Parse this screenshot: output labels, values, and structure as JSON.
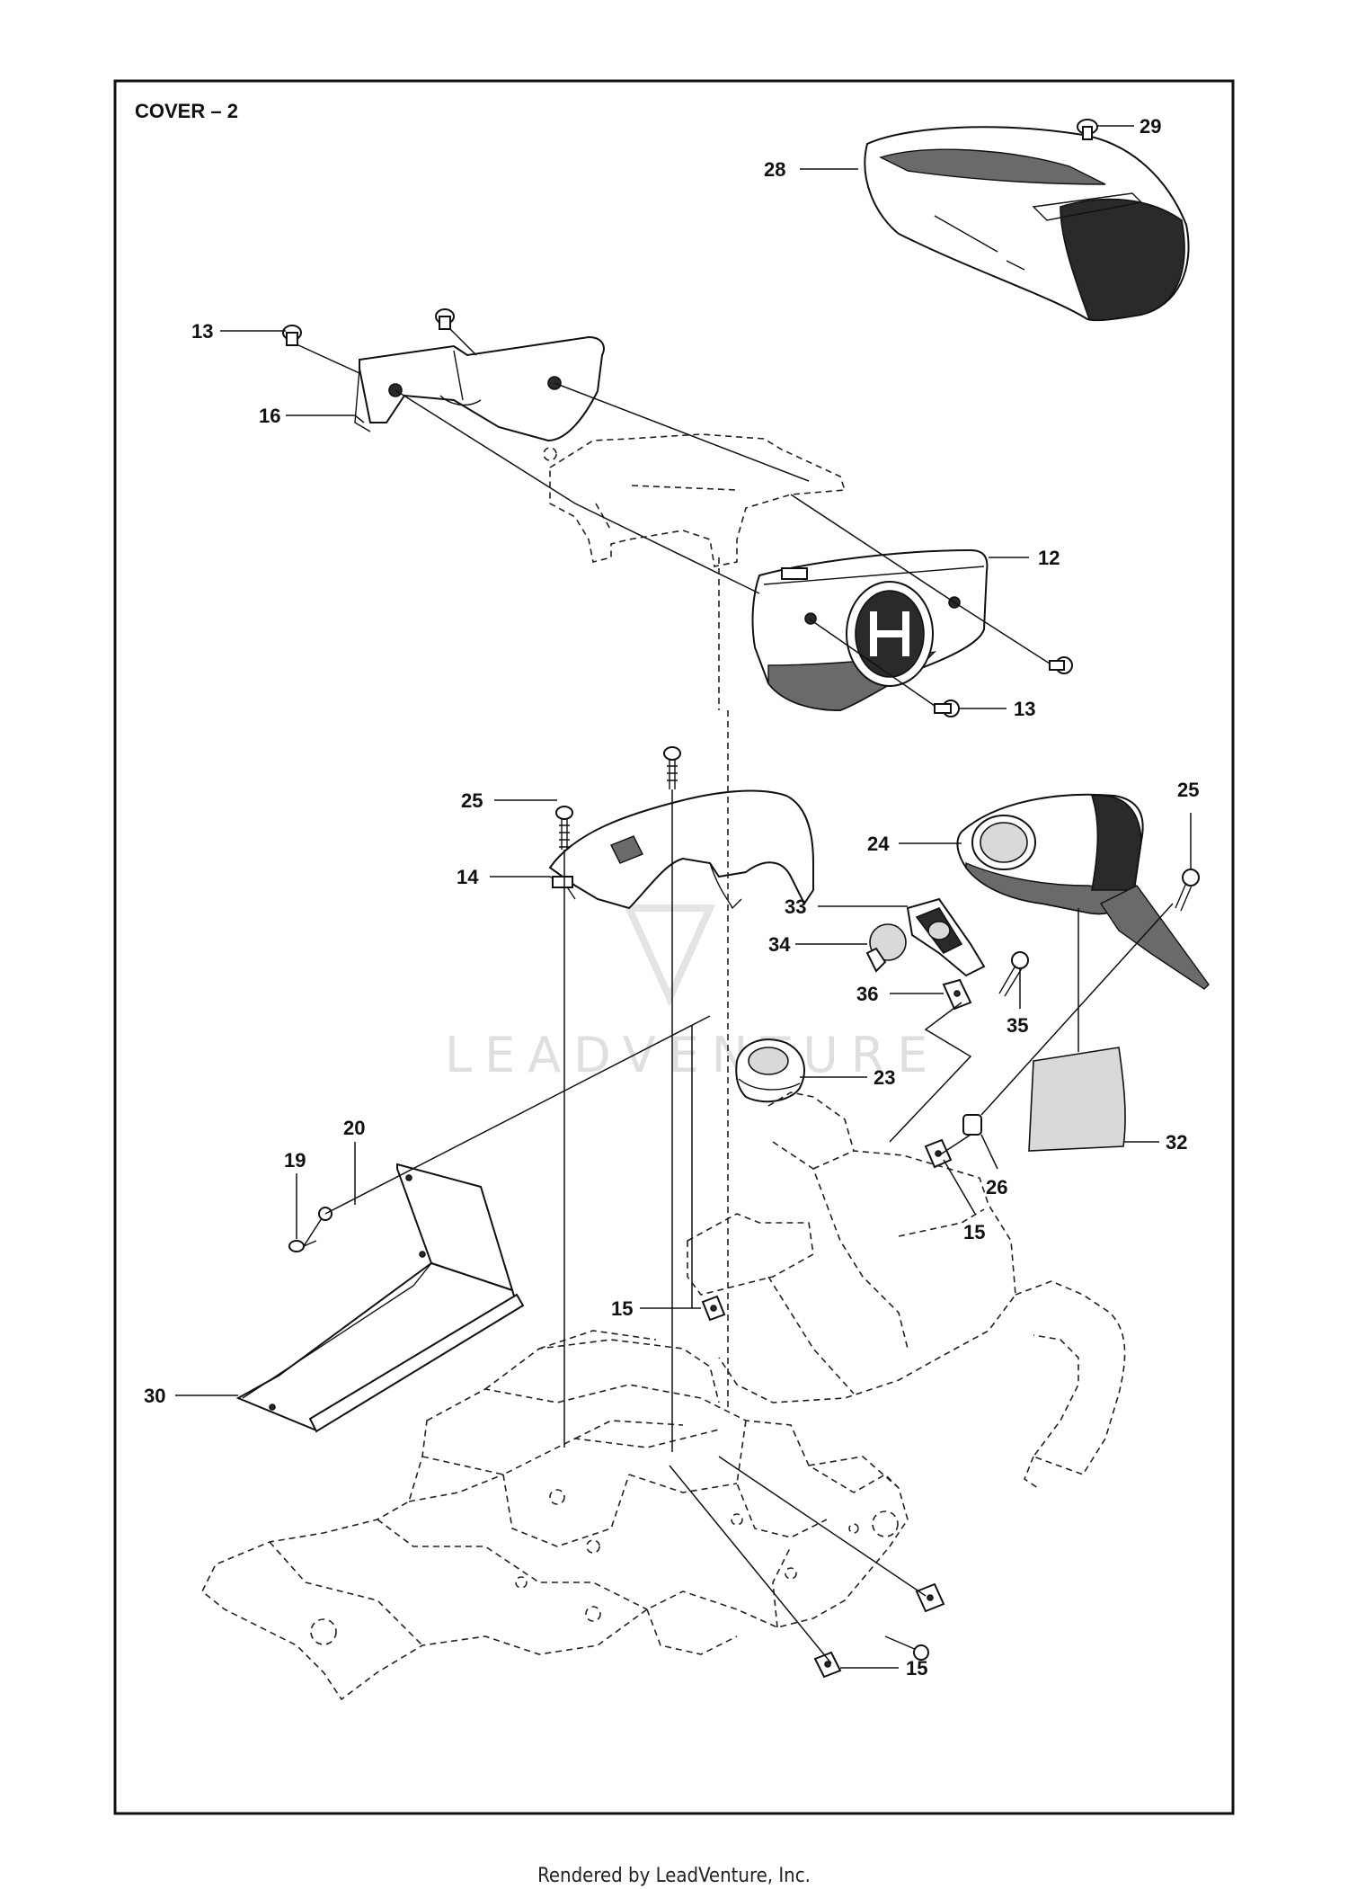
{
  "diagram": {
    "title": "COVER – 2",
    "watermark": "LEADVENTURE",
    "footer": "Rendered by LeadVenture, Inc.",
    "callouts": [
      "28",
      "29",
      "13",
      "16",
      "12",
      "13",
      "25",
      "14",
      "24",
      "25",
      "33",
      "34",
      "35",
      "36",
      "23",
      "32",
      "20",
      "19",
      "26",
      "15",
      "15",
      "30",
      "15"
    ]
  }
}
